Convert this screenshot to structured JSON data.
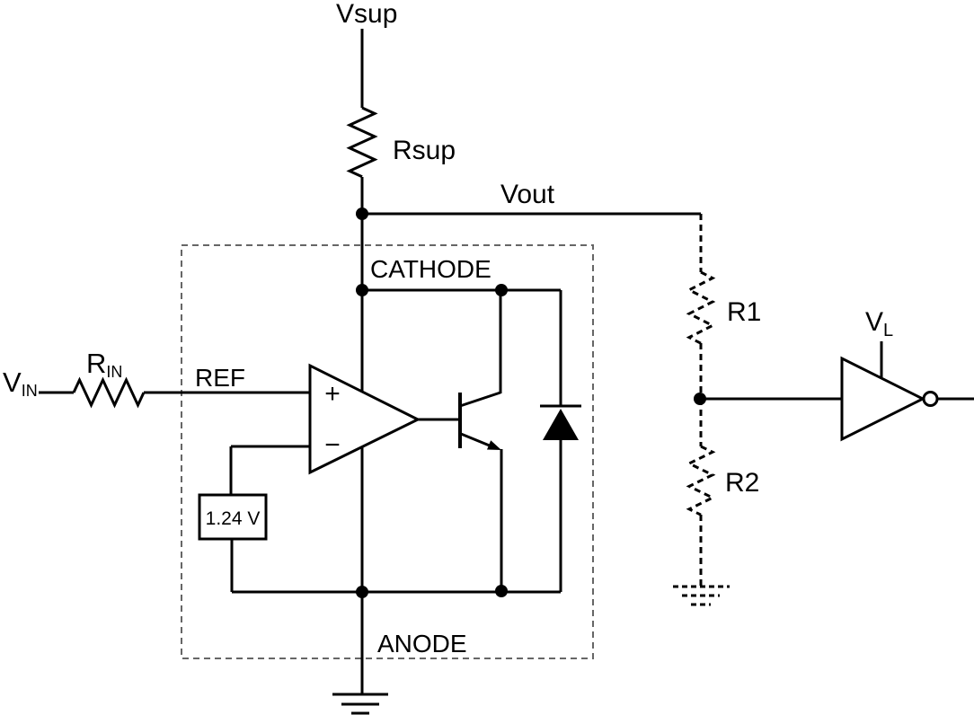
{
  "figure": {
    "type": "circuit-schematic",
    "symbols": [
      "resistor",
      "dashed-resistor",
      "opamp",
      "npn-transistor",
      "diode",
      "ground",
      "dashed-ground",
      "inverter-buffer",
      "junction-dot",
      "ic-boundary-box"
    ],
    "colors": {
      "wire": "#000000",
      "background": "#ffffff",
      "ic_boundary_dash": "#666666",
      "component_fill": "#ffffff"
    }
  },
  "labels": {
    "vsup": "Vsup",
    "rsup": "Rsup",
    "vout": "Vout",
    "cathode": "CATHODE",
    "ref": "REF",
    "anode": "ANODE",
    "internal_ref": "1.24 V",
    "plus": "+",
    "minus": "−",
    "vin_main": "V",
    "vin_sub": "IN",
    "rin_main": "R",
    "rin_sub": "IN",
    "r1": "R1",
    "r2": "R2",
    "vl_main": "V",
    "vl_sub": "L"
  }
}
